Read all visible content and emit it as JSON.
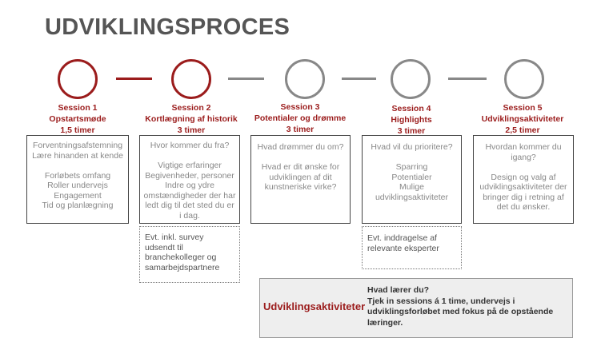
{
  "title": "UDVIKLINGSPROCES",
  "colors": {
    "accent": "#9b1c1c",
    "inactive": "#888888",
    "box_bg": "#eeeeee"
  },
  "sessions": [
    {
      "name": "Session 1",
      "topic": "Opstartsmøde",
      "duration": "1,5 timer",
      "active": true,
      "content": "Forventningsafstemning\nLære hinanden at kende\n\nForløbets omfang\nRoller undervejs\nEngagement\nTid og planlægning"
    },
    {
      "name": "Session 2",
      "topic": "Kortlægning af historik",
      "duration": "3 timer",
      "active": true,
      "content": "Hvor kommer du fra?\n\nVigtige erfaringer\nBegivenheder, personer\nIndre og ydre omstændigheder der har ledt dig til det sted du er i dag.",
      "note": "Evt. inkl. survey udsendt til branchekolleger og samarbejdspartnere"
    },
    {
      "name": "Session 3",
      "topic": "Potentialer og drømme",
      "duration": "3 timer",
      "active": false,
      "content": "Hvad drømmer du om?\n\nHvad er dit ønske for udviklingen af dit kunstneriske virke?"
    },
    {
      "name": "Session 4",
      "topic": "Highlights",
      "duration": "3 timer",
      "active": false,
      "content": "Hvad vil du prioritere?\n\nSparring\nPotentialer\nMulige udviklingsaktiviteter",
      "note": "Evt. inddragelse af relevante eksperter"
    },
    {
      "name": "Session 5",
      "topic": "Udviklingsaktiviteter",
      "duration": "2,5 timer",
      "active": false,
      "content": "Hvordan  kommer du igang?\n\nDesign og valg af udviklingsaktiviteter der bringer dig i retning af det du ønsker."
    }
  ],
  "activities": {
    "title": "Udviklingsaktiviteter",
    "question": "Hvad lærer du?",
    "text": "Tjek in sessions á 1 time,  undervejs i udviklingsforløbet med fokus på de opstående læringer."
  }
}
